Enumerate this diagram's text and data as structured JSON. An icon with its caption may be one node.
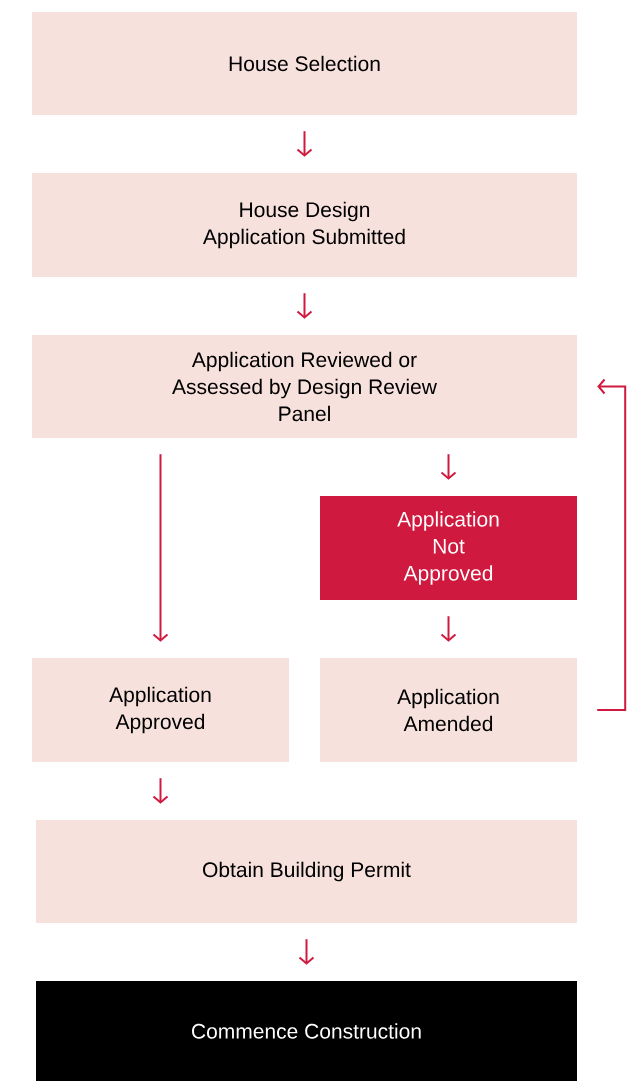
{
  "diagram": {
    "nodes": [
      {
        "text": [
          "House Selection"
        ]
      },
      {
        "text": [
          "House Design Application Submitted"
        ]
      },
      {
        "text": [
          "Application Reviewed or Assessed by Design Review Panel"
        ]
      },
      {
        "text": [
          "Application Not Approved"
        ]
      },
      {
        "text": [
          "Application Approved"
        ]
      },
      {
        "text": [
          "Application Amended"
        ]
      },
      {
        "text": [
          "Obtain Building Permit"
        ]
      },
      {
        "text": [
          "Commence Construction"
        ]
      }
    ],
    "edges": [
      {
        "from": 0,
        "to": 1,
        "arrow": "to"
      },
      {
        "from": 1,
        "to": 2,
        "arrow": "to"
      },
      {
        "from": 2,
        "to": 4,
        "arrow": "to"
      },
      {
        "from": 2,
        "to": 3,
        "arrow": "to"
      },
      {
        "from": 3,
        "to": 5,
        "arrow": "to"
      },
      {
        "from": 5,
        "to": 2,
        "arrow": "to"
      },
      {
        "from": 4,
        "to": 6,
        "arrow": "to"
      },
      {
        "from": 6,
        "to": 7,
        "arrow": "to"
      }
    ]
  }
}
